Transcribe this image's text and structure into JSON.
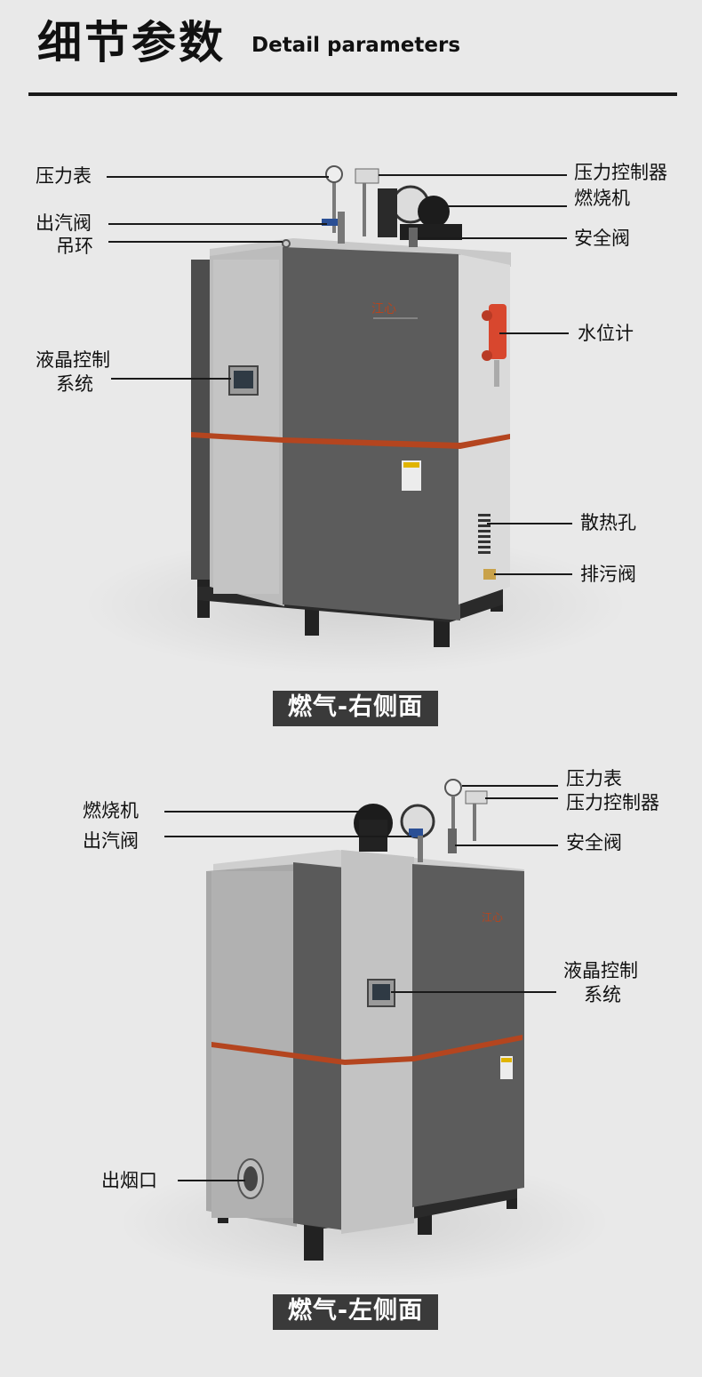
{
  "header": {
    "title_cn": "细节参数",
    "title_en": "Detail parameters"
  },
  "right_view": {
    "caption": "燃气-右侧面",
    "labels": {
      "pressure_gauge": "压力表",
      "steam_outlet_valve": "出汽阀",
      "lifting_ring": "吊环",
      "lcd_control_line1": "液晶控制",
      "lcd_control_line2": "系统",
      "pressure_controller": "压力控制器",
      "burner": "燃烧机",
      "safety_valve": "安全阀",
      "water_level_gauge": "水位计",
      "vent_holes": "散热孔",
      "drain_valve": "排污阀"
    }
  },
  "left_view": {
    "caption": "燃气-左侧面",
    "labels": {
      "burner": "燃烧机",
      "steam_outlet_valve": "出汽阀",
      "pressure_gauge": "压力表",
      "pressure_controller": "压力控制器",
      "safety_valve": "安全阀",
      "lcd_control_line1": "液晶控制",
      "lcd_control_line2": "系统",
      "flue_outlet": "出烟口"
    }
  },
  "colors": {
    "body_dark": "#5b5b5b",
    "panel_light": "#bdbdbd",
    "accent_stripe": "#b4451f",
    "caption_bg": "#3a3a3a"
  }
}
